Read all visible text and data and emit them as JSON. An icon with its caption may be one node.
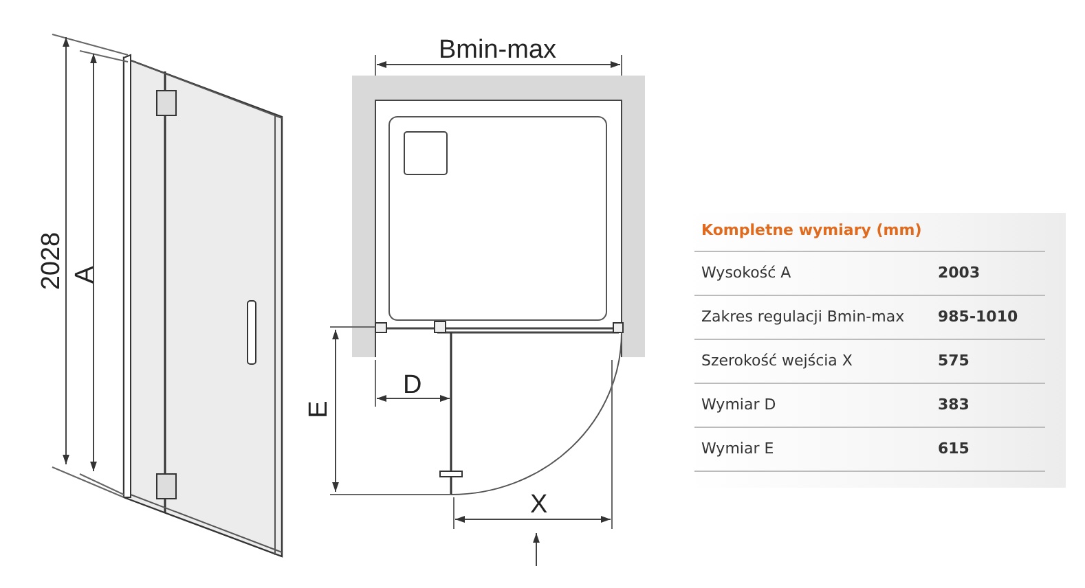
{
  "diagram": {
    "labels": [
      "2028",
      "A",
      "Bmin-max",
      "E",
      "D",
      "X",
      "Kompletne wymiary (mm)",
      "Wysokość A",
      "2003",
      "Zakres regulacji Bmin-max",
      "985-1010",
      "Szerokość wejścia X",
      "575",
      "Wymiar D",
      "383",
      "Wymiar E",
      "615"
    ]
  }
}
